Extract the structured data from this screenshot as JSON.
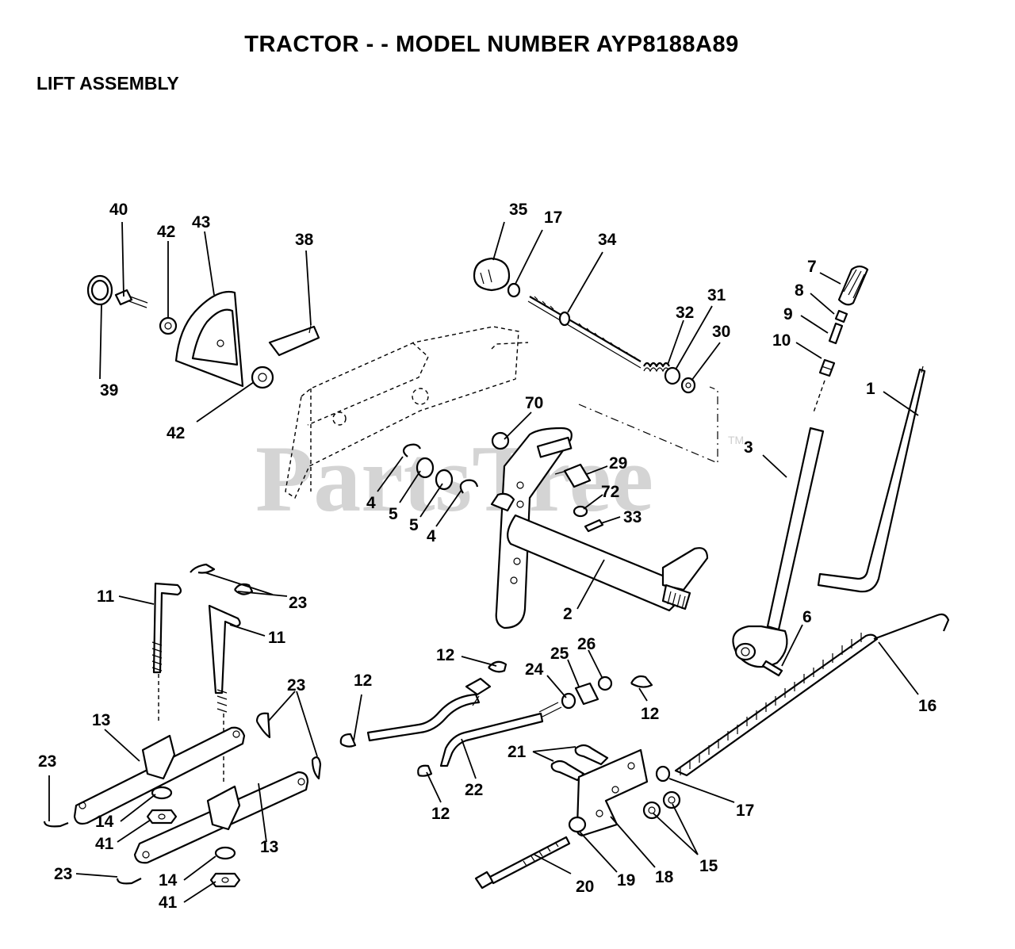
{
  "header": {
    "title": "TRACTOR - - MODEL NUMBER AYP8188A89",
    "subtitle": "LIFT ASSEMBLY"
  },
  "watermark": {
    "text": "PartsTree",
    "tm": "TM"
  },
  "callouts": [
    "40",
    "42",
    "43",
    "38",
    "39",
    "42",
    "35",
    "17",
    "34",
    "32",
    "31",
    "30",
    "7",
    "8",
    "9",
    "10",
    "1",
    "70",
    "29",
    "72",
    "33",
    "3",
    "4",
    "5",
    "5",
    "4",
    "2",
    "6",
    "11",
    "23",
    "11",
    "23",
    "13",
    "23",
    "14",
    "41",
    "13",
    "23",
    "14",
    "41",
    "12",
    "12",
    "24",
    "25",
    "26",
    "12",
    "16",
    "21",
    "22",
    "12",
    "17",
    "15",
    "20",
    "19",
    "18"
  ]
}
